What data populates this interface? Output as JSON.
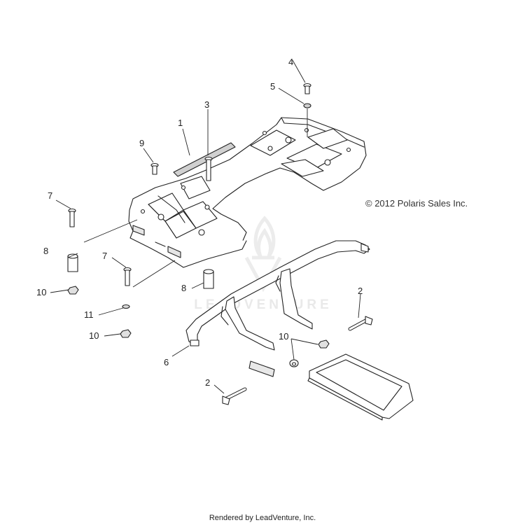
{
  "copyright": "© 2012 Polaris Sales Inc.",
  "footer": "Rendered by LeadVenture, Inc.",
  "watermark": {
    "text": "LEADVENTURE",
    "icon": "flame-v-logo",
    "color": "#e6e6e6"
  },
  "callouts": {
    "c1": "1",
    "c2a": "2",
    "c2b": "2",
    "c3": "3",
    "c4": "4",
    "c5": "5",
    "c6": "6",
    "c7a": "7",
    "c7b": "7",
    "c8a": "8",
    "c8b": "8",
    "c9": "9",
    "c10a": "10",
    "c10b": "10",
    "c10c": "10",
    "c11": "11"
  },
  "colors": {
    "line": "#222222",
    "fill": "#ffffff",
    "shade": "#d0d0d0"
  }
}
